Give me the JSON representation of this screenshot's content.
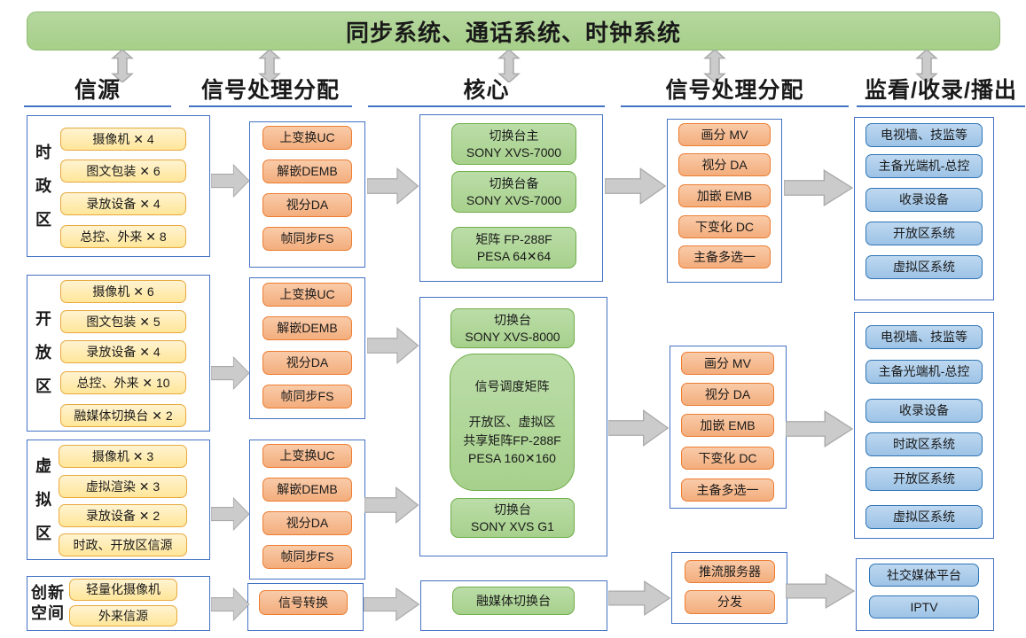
{
  "banner": {
    "title": "同步系统、通话系统、时钟系统"
  },
  "headers": {
    "source": "信源",
    "proc_left": "信号处理分配",
    "core": "核心",
    "proc_right": "信号处理分配",
    "monitor": "监看/收录/播出"
  },
  "zones": {
    "sz": {
      "label": "时\n政\n区",
      "sources": {
        "camera": "摄像机 ✕ 4",
        "graphics": "图文包装 ✕ 6",
        "recorder": "录放设备 ✕ 4",
        "master_external": "总控、外来 ✕ 8"
      },
      "processing": {
        "uc": "上变换UC",
        "demb": "解嵌DEMB",
        "da": "视分DA",
        "fs": "帧同步FS"
      },
      "core": {
        "switcher_main": "切换台主\nSONY XVS-7000",
        "switcher_backup": "切换台备\nSONY XVS-7000",
        "matrix": "矩阵 FP-288F\nPESA 64✕64"
      },
      "distribution": {
        "mv": "画分 MV",
        "da": "视分 DA",
        "emb": "加嵌 EMB",
        "dc": "下变化 DC",
        "selector": "主备多选一"
      },
      "outputs": {
        "tv_wall": "电视墙、技监等",
        "optical": "主备光端机-总控",
        "recording": "收录设备",
        "open_system": "开放区系统",
        "virtual_system": "虚拟区系统"
      }
    },
    "kf": {
      "label": "开\n放\n区",
      "sources": {
        "camera": "摄像机 ✕ 6",
        "graphics": "图文包装 ✕ 5",
        "recorder": "录放设备 ✕ 4",
        "master_external": "总控、外来 ✕ 10",
        "media_switcher": "融媒体切换台 ✕ 2"
      },
      "processing": {
        "uc": "上变换UC",
        "demb": "解嵌DEMB",
        "da": "视分DA",
        "fs": "帧同步FS"
      }
    },
    "xn": {
      "label": "虚\n拟\n区",
      "sources": {
        "camera": "摄像机 ✕ 3",
        "render": "虚拟渲染 ✕ 3",
        "recorder": "录放设备 ✕ 2",
        "external": "时政、开放区信源"
      },
      "processing": {
        "uc": "上变换UC",
        "demb": "解嵌DEMB",
        "da": "视分DA",
        "fs": "帧同步FS"
      }
    },
    "cx": {
      "label": "创新\n空间",
      "sources": {
        "light_camera": "轻量化摄像机",
        "external": "外来信源"
      },
      "processing": {
        "convert": "信号转换"
      }
    }
  },
  "shared_core": {
    "switcher_8000": "切换台\nSONY XVS-8000",
    "matrix": "信号调度矩阵\n\n开放区、虚拟区\n共享矩阵FP-288F\nPESA 160✕160",
    "switcher_g1": "切换台\nSONY XVS G1"
  },
  "shared_distribution": {
    "mv": "画分 MV",
    "da": "视分 DA",
    "emb": "加嵌 EMB",
    "dc": "下变化 DC",
    "selector": "主备多选一"
  },
  "shared_outputs": {
    "tv_wall": "电视墙、技监等",
    "optical": "主备光端机-总控",
    "recording": "收录设备",
    "sz_system": "时政区系统",
    "open_system": "开放区系统",
    "virtual_system": "虚拟区系统"
  },
  "media": {
    "core": {
      "switcher": "融媒体切换台"
    },
    "distribution": {
      "push_server": "推流服务器",
      "dispatch": "分发"
    },
    "outputs": {
      "social": "社交媒体平台",
      "iptv": "IPTV"
    }
  }
}
